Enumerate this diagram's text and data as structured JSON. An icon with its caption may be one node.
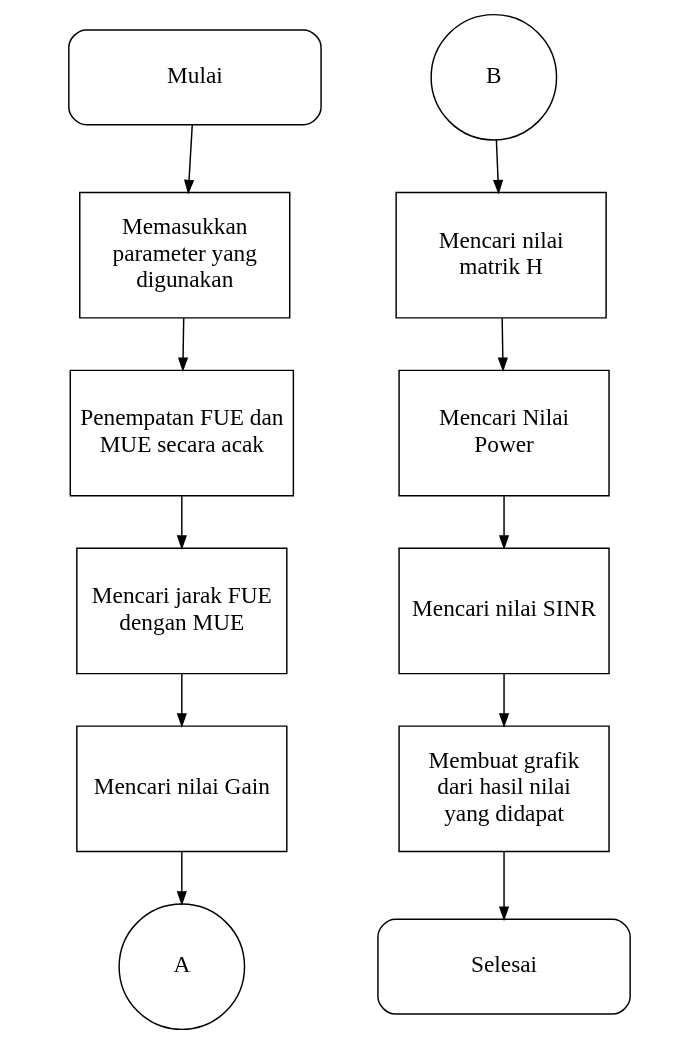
{
  "diagram": {
    "nodes": [
      {
        "text": [
          "Mulai"
        ]
      },
      {
        "text": [
          "Memasukkan parameter yang digunakan"
        ]
      },
      {
        "text": [
          "Penempatan FUE dan MUE secara acak"
        ]
      },
      {
        "text": [
          "Mencari jarak FUE dengan MUE"
        ]
      },
      {
        "text": [
          "Mencari nilai Gain"
        ]
      },
      {
        "text": [
          "A"
        ]
      },
      {
        "text": [
          "B"
        ]
      },
      {
        "text": [
          "Mencari nilai matrik H"
        ]
      },
      {
        "text": [
          "Mencari Nilai Power"
        ]
      },
      {
        "text": [
          "Mencari nilai SINR"
        ]
      },
      {
        "text": [
          "Membuat grafik dari hasil nilai yang didapat"
        ]
      },
      {
        "text": [
          "Selesai"
        ]
      }
    ],
    "edges": [
      {
        "from": 0,
        "to": 1,
        "arrow": "to"
      },
      {
        "from": 1,
        "to": 2,
        "arrow": "to"
      },
      {
        "from": 2,
        "to": 3,
        "arrow": "to"
      },
      {
        "from": 3,
        "to": 4,
        "arrow": "to"
      },
      {
        "from": 4,
        "to": 5,
        "arrow": "to"
      },
      {
        "from": 6,
        "to": 7,
        "arrow": "to"
      },
      {
        "from": 7,
        "to": 8,
        "arrow": "to"
      },
      {
        "from": 8,
        "to": 9,
        "arrow": "to"
      },
      {
        "from": 9,
        "to": 10,
        "arrow": "to"
      },
      {
        "from": 10,
        "to": 11,
        "arrow": "to"
      }
    ]
  }
}
